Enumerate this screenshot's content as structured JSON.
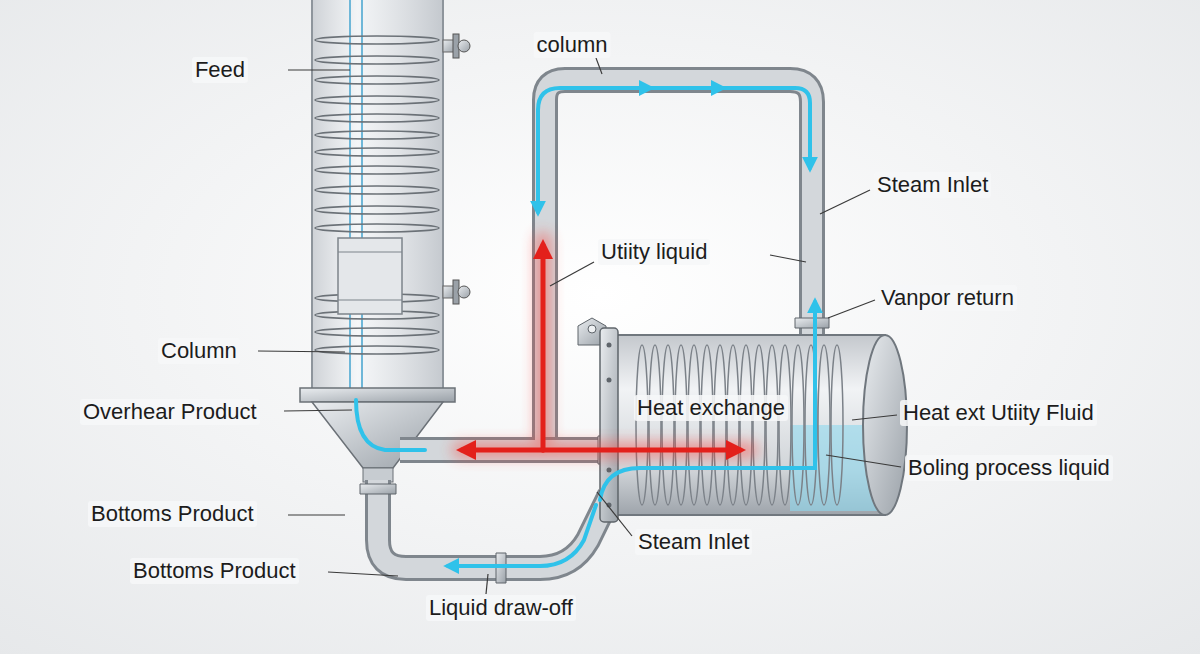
{
  "diagram": {
    "labels": [
      "Feed",
      "column",
      "Steam Inlet",
      "Utiity liquid",
      "Vanpor return",
      "Column",
      "Overhear Product",
      "Heat exchange",
      "Heat ext Utiity Fluid",
      "Bottoms Product",
      "Boling process liquid",
      "Steam Inlet",
      "Bottoms Product",
      "Liquid draw-off"
    ]
  }
}
